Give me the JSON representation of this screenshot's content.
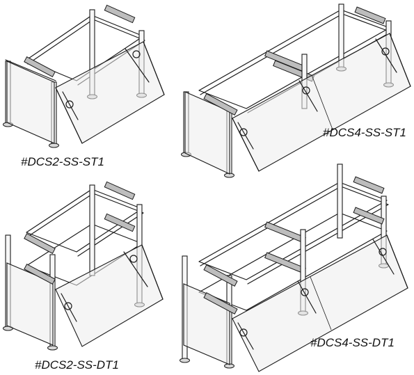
{
  "drawings": [
    {
      "id": "dcs2-ss-st1",
      "label": "#DCS2-SS-ST1"
    },
    {
      "id": "dcs4-ss-st1",
      "label": "#DCS4-SS-ST1"
    },
    {
      "id": "dcs2-ss-dt1",
      "label": "#DCS2-SS-DT1"
    },
    {
      "id": "dcs4-ss-dt1",
      "label": "#DCS4-SS-DT1"
    }
  ],
  "colors": {
    "line": "#1a1a1a",
    "glass_fill": "#ececec",
    "post_fill": "#f7f7f7"
  }
}
